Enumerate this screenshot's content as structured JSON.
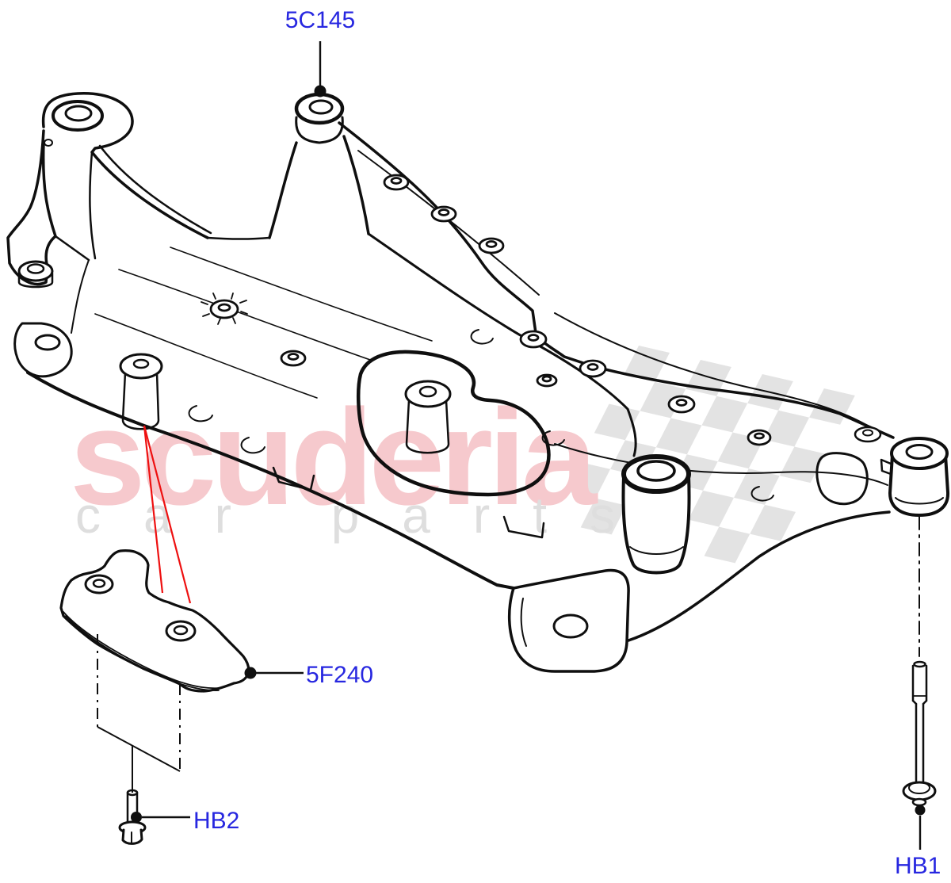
{
  "watermark": {
    "brand": "scuderia",
    "tagline": "car parts"
  },
  "part_labels": {
    "front_mount": "5C145",
    "shield": "5F240",
    "shield_bolt": "HB2",
    "rear_mount_bolt": "HB1"
  },
  "colors": {
    "label": "#2727e0",
    "leader": "#ee1010",
    "brand": "#f6c9cd",
    "tagline": "#dedede",
    "checker": "#e3e3e3",
    "line": "#0f0f0f",
    "background": "#ffffff"
  }
}
